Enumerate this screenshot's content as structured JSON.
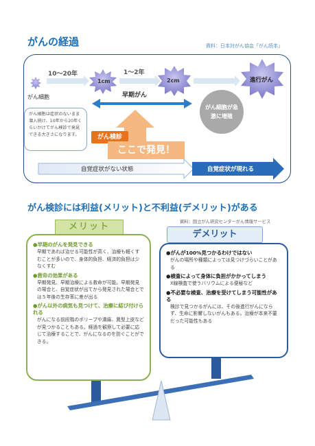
{
  "section1": {
    "title": "がんの経過",
    "source": "資料：日本対がん協会「がん読本」",
    "cell_label": "がん細胞",
    "years_10_20": "10〜20年",
    "years_1_2": "1〜2年",
    "size_1cm": "1cm",
    "size_2cm": "2cm",
    "advanced": "進行がん",
    "early": "早期がん",
    "note": "がん細胞は症状のないまま潜入続け、10年から20年くらいかけてがん検診で発見できる大きさになります。",
    "bubble": "がん細胞が急激に増殖",
    "screening": "がん検診",
    "found_here": "ここで発見！",
    "no_symptom": "自覚症状がない状態",
    "symptom": "自覚症状が現れる"
  },
  "section2": {
    "title": "がん検診には利益(メリット)と不利益(デメリット)がある",
    "source": "資料：国立がん研究センターがん情報サービス",
    "merit_label": "メリット",
    "merit_items": [
      {
        "head": "●早期のがんを発見できる",
        "body": "早期であれば治せる可能性が高く、治療も軽くすむことが多いので、身体的負担、経済的負担は少なくすむ"
      },
      {
        "head": "●救命の効果がある",
        "body": "早期発見、早期治療による救命が可能。早期発見の場合と、自覚症状が出てから発見された場合とでは５年後の生存率に差が出る"
      },
      {
        "head": "●がん以外の病気も見つけて、治療に結び付けられる",
        "body": "がんになる前段階のポリープや潰瘍、異型上皮などが見つかることもある。経過を観察して必要に応じて治療することで、がんになるのを防ぐことができる。"
      }
    ],
    "demerit_label": "デメリット",
    "demerit_items": [
      {
        "head": "●がんが100%見つかるわけではない",
        "body": "がんの場所や種類によっては見つけづらいことがある"
      },
      {
        "head": "●検査によって身体に負担がかかってしまう",
        "body": "X線検査で使うバリウムによる便秘など"
      },
      {
        "head": "●不必要な検査、治療を受けてしまう可能性がある",
        "body": "検診で見つかるがんには、その後進行がんにならず、生命に影響しないがんもある。治療が本来不要だった可能性もある"
      }
    ]
  },
  "colors": {
    "blue": "#1d6fb8",
    "navy": "#1f4e89",
    "green": "#8bb04e",
    "orange": "#e8731c"
  }
}
